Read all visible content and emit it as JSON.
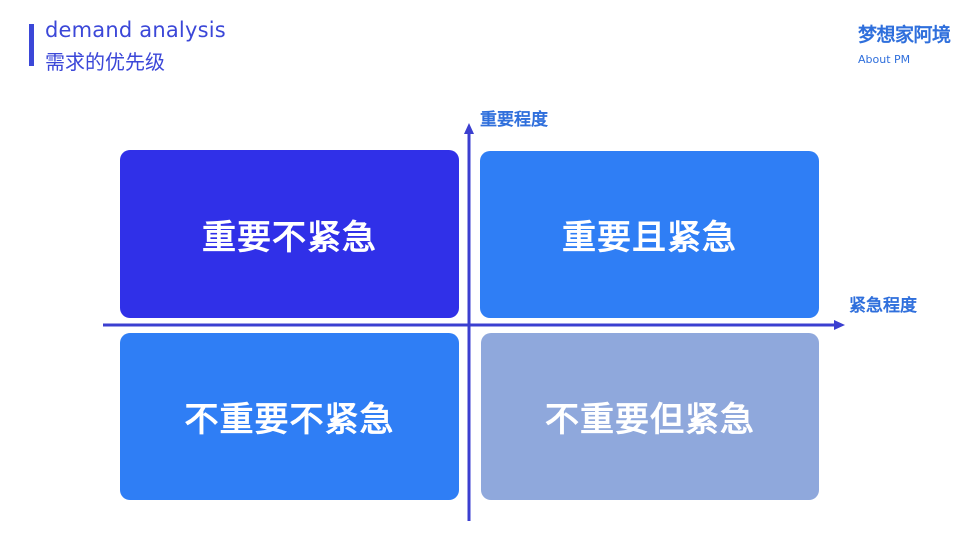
{
  "header": {
    "title_en": "demand analysis",
    "title_cn": "需求的优先级"
  },
  "logo": {
    "name": "梦想家阿境",
    "sub": "About PM"
  },
  "axes": {
    "y_label": "重要程度",
    "x_label": "紧急程度"
  },
  "quadrants": [
    {
      "label": "重要不紧急",
      "color": "#3030e8"
    },
    {
      "label": "重要且紧急",
      "color": "#2f7ef5"
    },
    {
      "label": "不重要不紧急",
      "color": "#2f7ef5"
    },
    {
      "label": "不重要但紧急",
      "color": "#8fa8dc"
    }
  ],
  "colors": {
    "accent": "#3b47d8",
    "axis": "#3b3fd0"
  }
}
